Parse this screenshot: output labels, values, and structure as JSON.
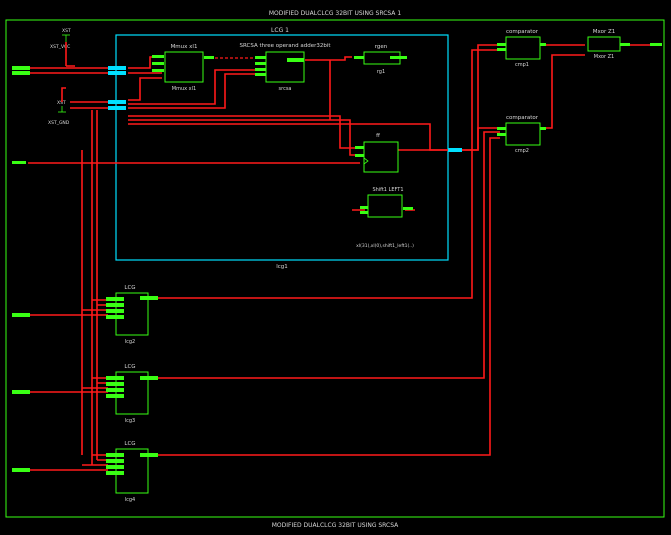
{
  "frame": {
    "title_top": "MODIFIED DUALCLCG 32BIT USING SRCSA 1",
    "title_bottom": "MODIFIED DUALCLCG 32BIT USING SRCSA"
  },
  "selected_block": {
    "title": "LCG 1",
    "instance": "lcg1"
  },
  "power": {
    "vcc_top": "XST",
    "vcc_label": "XST_VCC",
    "gnd_top": "XST",
    "gnd_label": "XST_GND"
  },
  "blocks": {
    "mux": {
      "title": "Mmux xl1",
      "instance": "Mmux xl1"
    },
    "adder": {
      "title": "SRCSA three operand adder32bit",
      "instance": "srcsa"
    },
    "rgen": {
      "title": "rgen",
      "instance": "rg1"
    },
    "ff": {
      "title": "ff"
    },
    "shift": {
      "title": "Shift1 LEFT1",
      "instance": "xl(31),xl(0),shift1_left1(..)"
    },
    "cmp1": {
      "title": "comparator",
      "instance": "cmp1"
    },
    "cmp2": {
      "title": "comparator",
      "instance": "cmp2"
    },
    "xor": {
      "title": "Mxor Z1",
      "instance": "Mxor Z1"
    },
    "lcg2": {
      "title": "LCG",
      "instance": "lcg2"
    },
    "lcg3": {
      "title": "LCG",
      "instance": "lcg3"
    },
    "lcg4": {
      "title": "LCG",
      "instance": "lcg4"
    }
  },
  "colors": {
    "background": "#000000",
    "block_outline": "#39ff14",
    "selection": "#00e0ff",
    "wire": "#ff1a1a",
    "text": "#d8d8d8"
  }
}
